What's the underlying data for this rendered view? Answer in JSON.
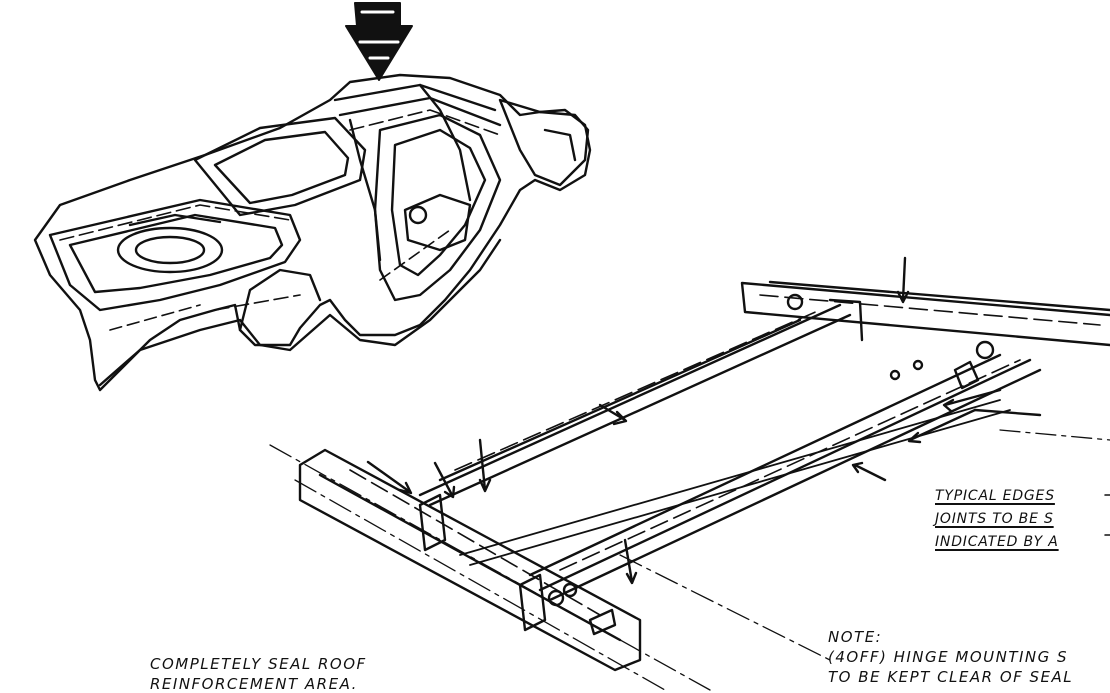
{
  "labels": {
    "seal_roof_line1": "COMPLETELY SEAL ROOF",
    "seal_roof_line2": "REINFORCEMENT AREA.",
    "typical_line1": "TYPICAL EDGES",
    "typical_line2": "JOINTS TO BE S",
    "typical_line3": "INDICATED BY A",
    "note_title": "NOTE:",
    "note_line1": "(4OFF) HINGE MOUNTING S",
    "note_line2": "TO BE KEPT CLEAR OF SEAL"
  },
  "colors": {
    "ink": "#111111",
    "paper": "#ffffff"
  }
}
